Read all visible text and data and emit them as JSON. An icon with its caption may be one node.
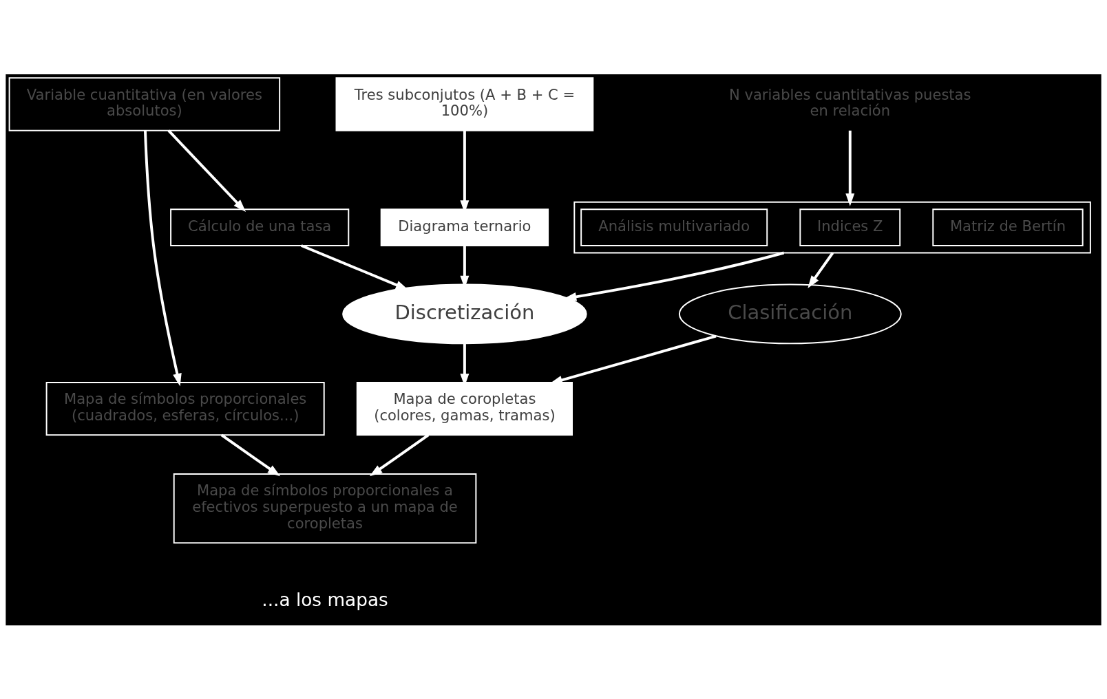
{
  "diagram": {
    "nodes": [
      {
        "text": [
          "Variable cuantitativa (en valores absolutos)"
        ]
      },
      {
        "text": [
          "Tres subconjutos (A + B + C = 100%)"
        ]
      },
      {
        "text": [
          "N variables cuantitativas puestas en relación"
        ]
      },
      {
        "text": [
          "Cálculo de una tasa"
        ]
      },
      {
        "text": [
          "Diagrama ternario"
        ]
      },
      {
        "text": [],
        "shape": "box"
      },
      {
        "text": [
          "Análisis multivariado"
        ],
        "in": 5
      },
      {
        "text": [
          "Indices Z"
        ],
        "in": 5
      },
      {
        "text": [
          "Matriz de Bertín"
        ],
        "in": 5
      },
      {
        "text": [
          "Discretización"
        ]
      },
      {
        "text": [
          "Clasificación"
        ]
      },
      {
        "text": [
          "Mapa de símbolos proporcionales",
          "(cuadrados, esferas, círculos...)"
        ]
      },
      {
        "text": [
          "Mapa de coropletas",
          "(colores, gamas, tramas)"
        ]
      },
      {
        "text": [
          "Mapa de símbolos proporcionales a efectivos superpuesto a un mapa de coropletas"
        ]
      }
    ],
    "edges": [
      {
        "from": 0,
        "to": 3,
        "arrow": "to"
      },
      {
        "from": 1,
        "to": 4,
        "arrow": "to"
      },
      {
        "from": 2,
        "to": 5,
        "arrow": "to"
      },
      {
        "from": 3,
        "to": 9,
        "arrow": "to"
      },
      {
        "from": 4,
        "to": 9,
        "arrow": "to"
      },
      {
        "from": 5,
        "to": 9,
        "arrow": "to"
      },
      {
        "from": 5,
        "to": 10,
        "arrow": "to"
      },
      {
        "from": 9,
        "to": 12,
        "arrow": "to"
      },
      {
        "from": 10,
        "to": 12,
        "arrow": "to"
      },
      {
        "from": 0,
        "to": 11,
        "arrow": "to"
      },
      {
        "from": 11,
        "to": 13,
        "arrow": "to"
      },
      {
        "from": 12,
        "to": 13,
        "arrow": "to"
      }
    ],
    "labels": [
      "...a los mapas"
    ]
  }
}
